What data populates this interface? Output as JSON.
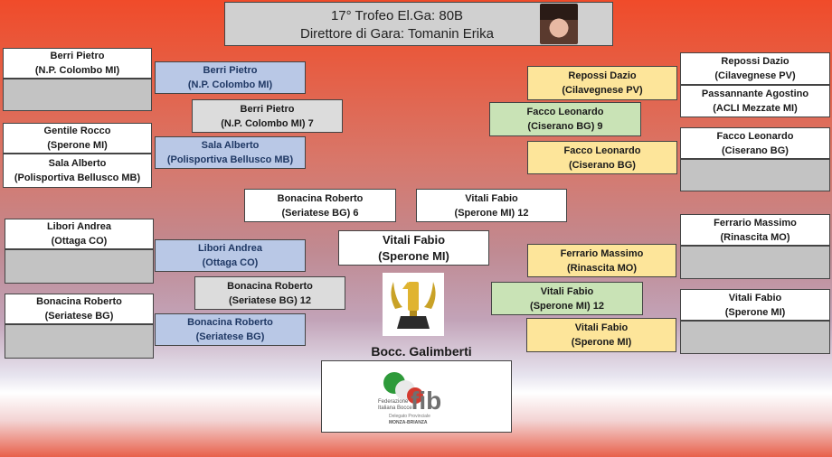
{
  "header": {
    "line1": "17° Trofeo El.Ga: 80B",
    "line2": "Direttore di Gara: Tomanin Erika"
  },
  "left_r1": [
    {
      "name": "Berri Pietro",
      "club": "(N.P. Colombo MI)"
    },
    {
      "name": "Gentile Rocco",
      "club": "(Sperone MI)"
    },
    {
      "name": "Sala Alberto",
      "club": "(Polisportiva Bellusco MB)"
    },
    {
      "name": "Libori Andrea",
      "club": "(Ottaga CO)"
    },
    {
      "name": "Bonacina Roberto",
      "club": "(Seriatese BG)"
    }
  ],
  "left_r2": [
    {
      "name": "Berri Pietro",
      "club": "(N.P. Colombo MI)"
    },
    {
      "name": "Sala Alberto",
      "club": "(Polisportiva Bellusco MB)"
    },
    {
      "name": "Libori Andrea",
      "club": "(Ottaga CO)"
    },
    {
      "name": "Bonacina Roberto",
      "club": "(Seriatese BG)"
    }
  ],
  "left_r3": [
    {
      "name": "Berri Pietro",
      "club": "(N.P. Colombo MI)  7"
    },
    {
      "name": "Bonacina Roberto",
      "club": "(Seriatese BG)   12"
    }
  ],
  "semi": {
    "left": {
      "name": "Bonacina Roberto",
      "club": "(Seriatese BG)   6"
    },
    "right": {
      "name": "Vitali Fabio",
      "club": "(Sperone MI)  12"
    }
  },
  "winner": {
    "name": "Vitali Fabio",
    "club": "(Sperone MI)"
  },
  "right_r1": [
    {
      "name": "Repossi Dazio",
      "club": "(Cilavegnese PV)"
    },
    {
      "name": "Passannante Agostino",
      "club": "(ACLI Mezzate MI)"
    },
    {
      "name": "Facco Leonardo",
      "club": "(Ciserano BG)"
    },
    {
      "name": "Ferrario Massimo",
      "club": "(Rinascita MO)"
    },
    {
      "name": "Vitali Fabio",
      "club": "(Sperone MI)"
    }
  ],
  "right_r2": [
    {
      "name": "Repossi Dazio",
      "club": "(Cilavegnese PV)"
    },
    {
      "name": "Facco Leonardo",
      "club": "(Ciserano BG)"
    },
    {
      "name": "Ferrario Massimo",
      "club": "(Rinascita MO)"
    },
    {
      "name": "Vitali Fabio",
      "club": "(Sperone MI)"
    }
  ],
  "right_r3": [
    {
      "name": "Facco Leonardo",
      "club": "(Ciserano BG)  9"
    },
    {
      "name": "Vitali Fabio",
      "club": "(Sperone MI)  12"
    }
  ],
  "sponsor": "Bocc. Galimberti",
  "logo": {
    "brand": "fib",
    "org1": "Federazione",
    "org2": "Italiana Bocce",
    "org3": "Delegato Provinciale",
    "org4": "MONZA-BRIANZA"
  }
}
